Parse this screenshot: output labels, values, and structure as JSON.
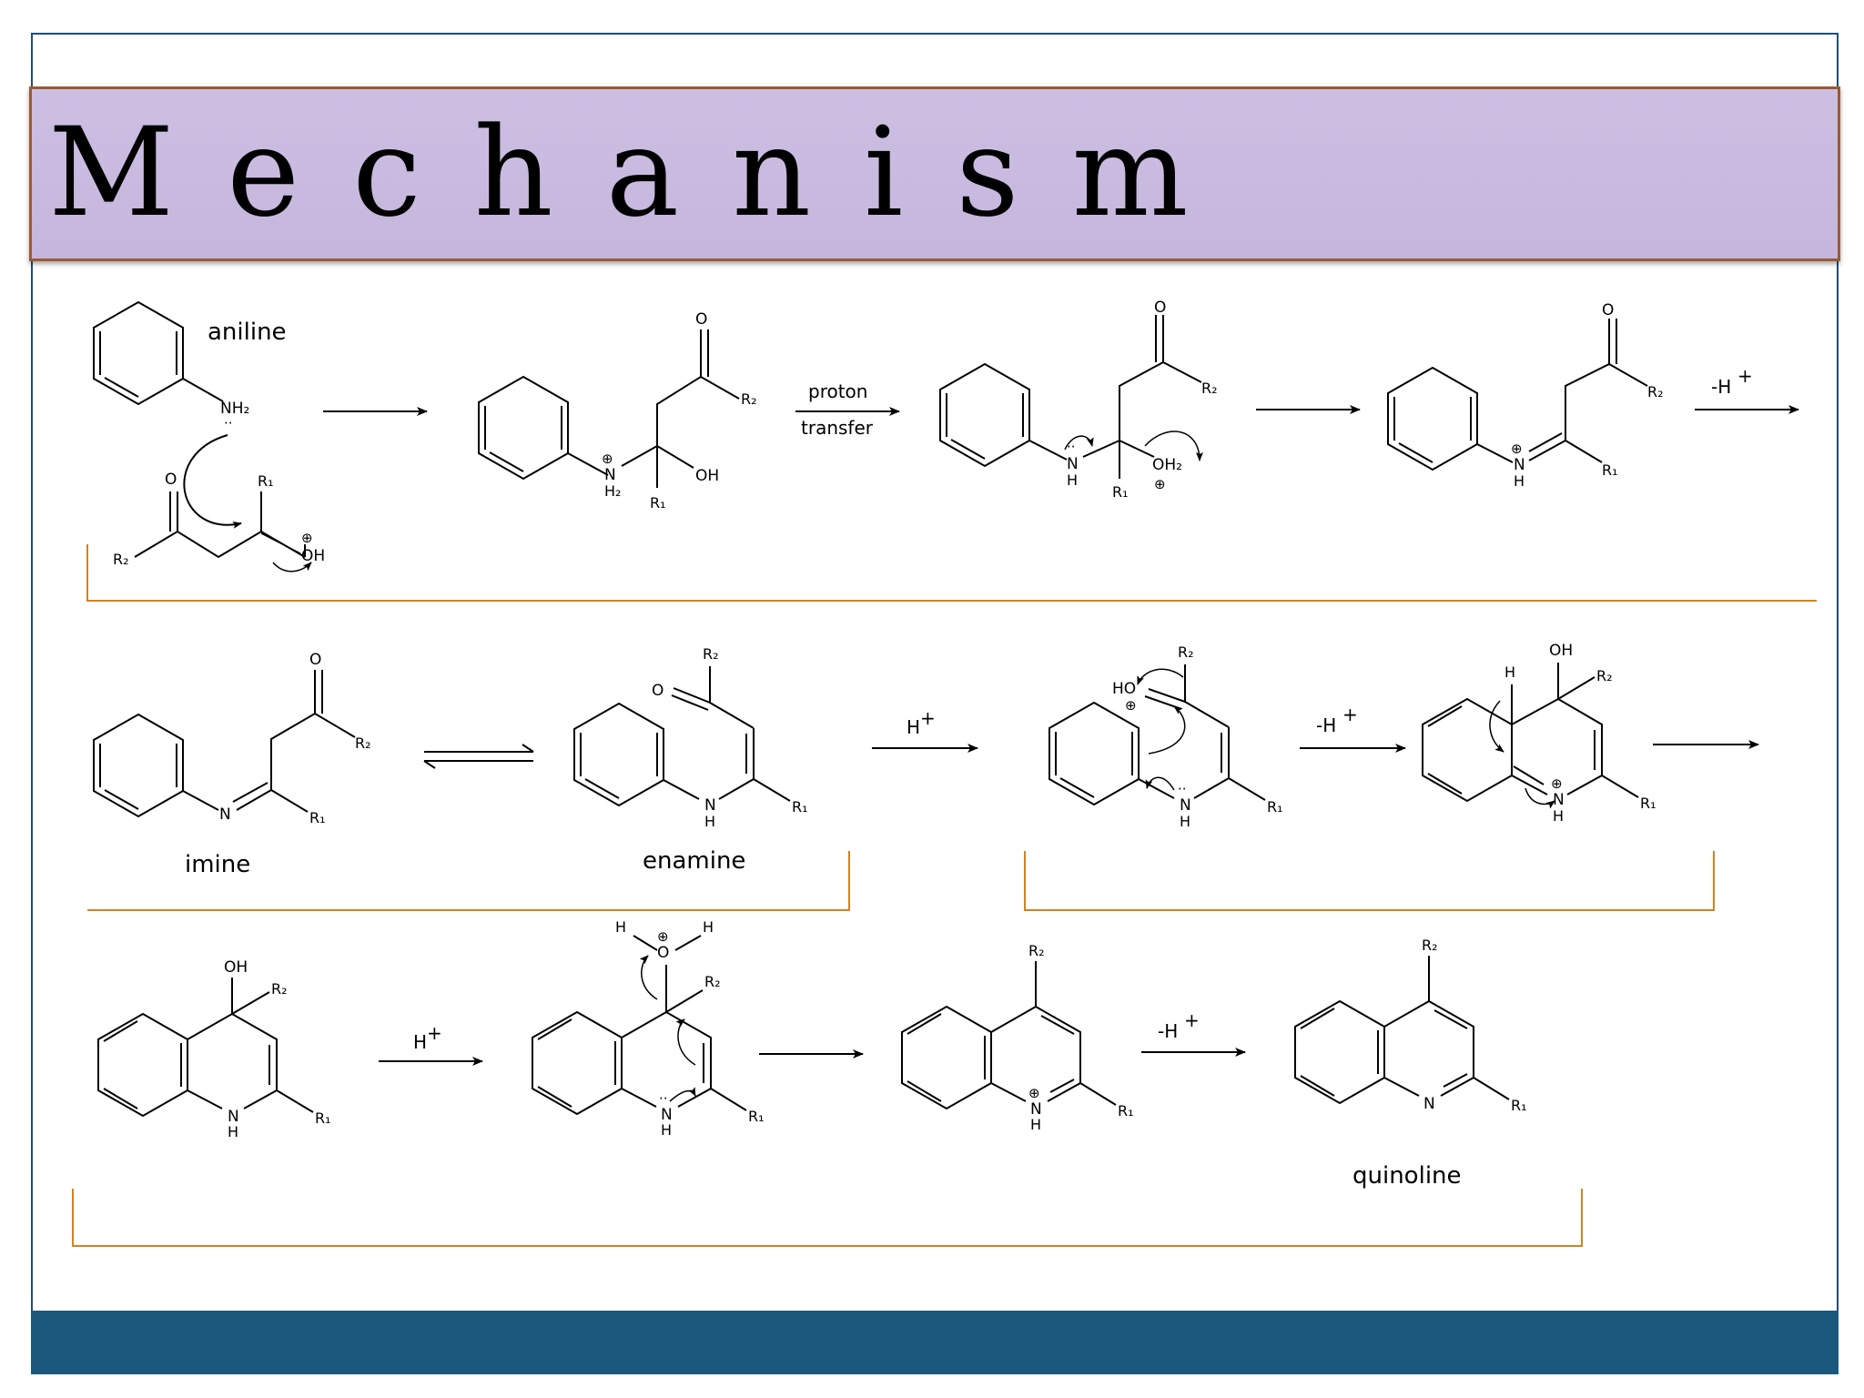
{
  "title": "Mechanism",
  "colors": {
    "title_bg": "#c7b8de",
    "title_border": "#9a5b33",
    "footer": "#1c587c",
    "bracket": "#d4831f"
  },
  "labels": {
    "aniline": "aniline",
    "imine": "imine",
    "enamine": "enamine",
    "quinoline": "quinoline"
  },
  "reagents": {
    "proton": "proton",
    "transfer": "transfer",
    "minus_h": "-H",
    "h_plus": "H",
    "plus": "+"
  },
  "atoms": {
    "nh2": "NH₂",
    "n": "N",
    "h": "H",
    "h2": "H₂",
    "oh": "OH",
    "ho": "HO",
    "oh2": "OH₂",
    "o": "O",
    "r1": "R₁",
    "r2": "R₂",
    "charge": "⊕",
    "lone_pair": "··"
  }
}
